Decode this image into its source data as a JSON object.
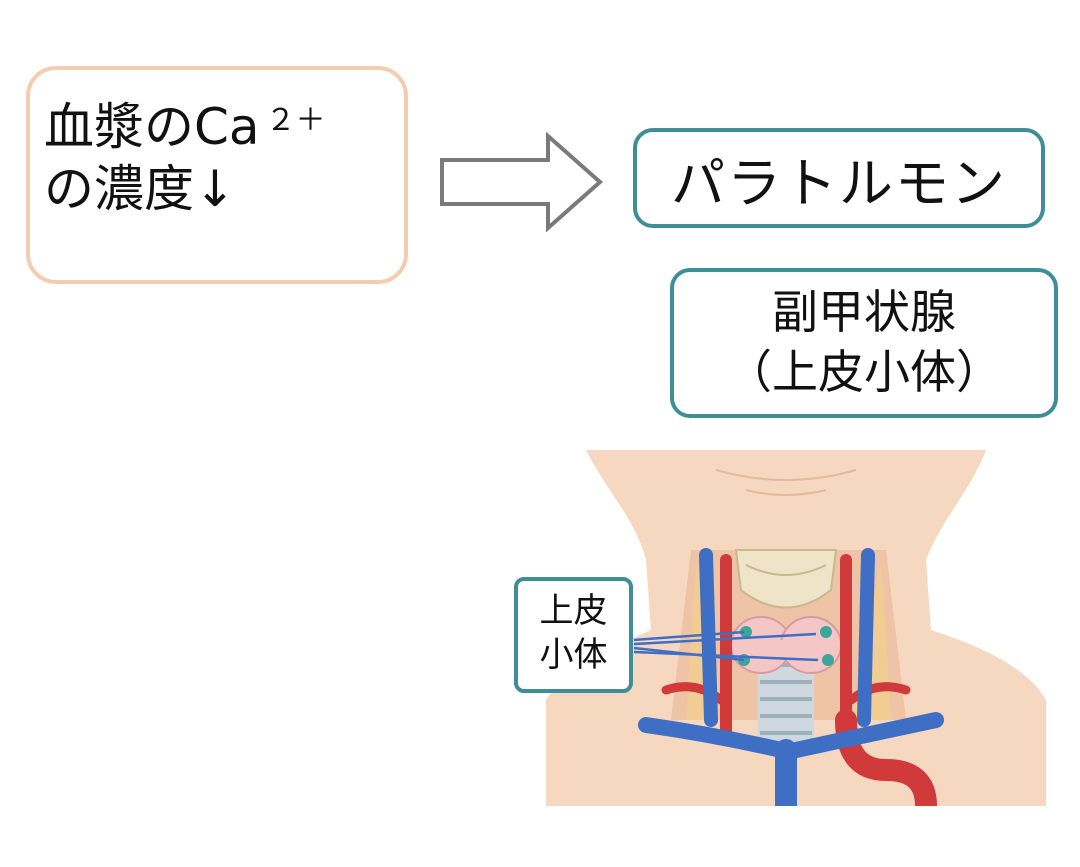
{
  "condition": {
    "line1": "血漿のCa",
    "superscript": "２＋",
    "line2": "の濃度↓"
  },
  "hormone": {
    "label": "パラトルモン"
  },
  "gland": {
    "line1": "副甲状腺",
    "line2": "（上皮小体）"
  },
  "illustration_label": {
    "line1": "上皮",
    "line2": "小体"
  },
  "colors": {
    "condition_border": "#f4cdb0",
    "box_border": "#3f8e97",
    "arrow_stroke": "#7a7a7a",
    "skin": "#f6d7bf",
    "artery": "#d13a3a",
    "vein": "#3f6fc4",
    "thyroid": "#f4c6c6"
  }
}
